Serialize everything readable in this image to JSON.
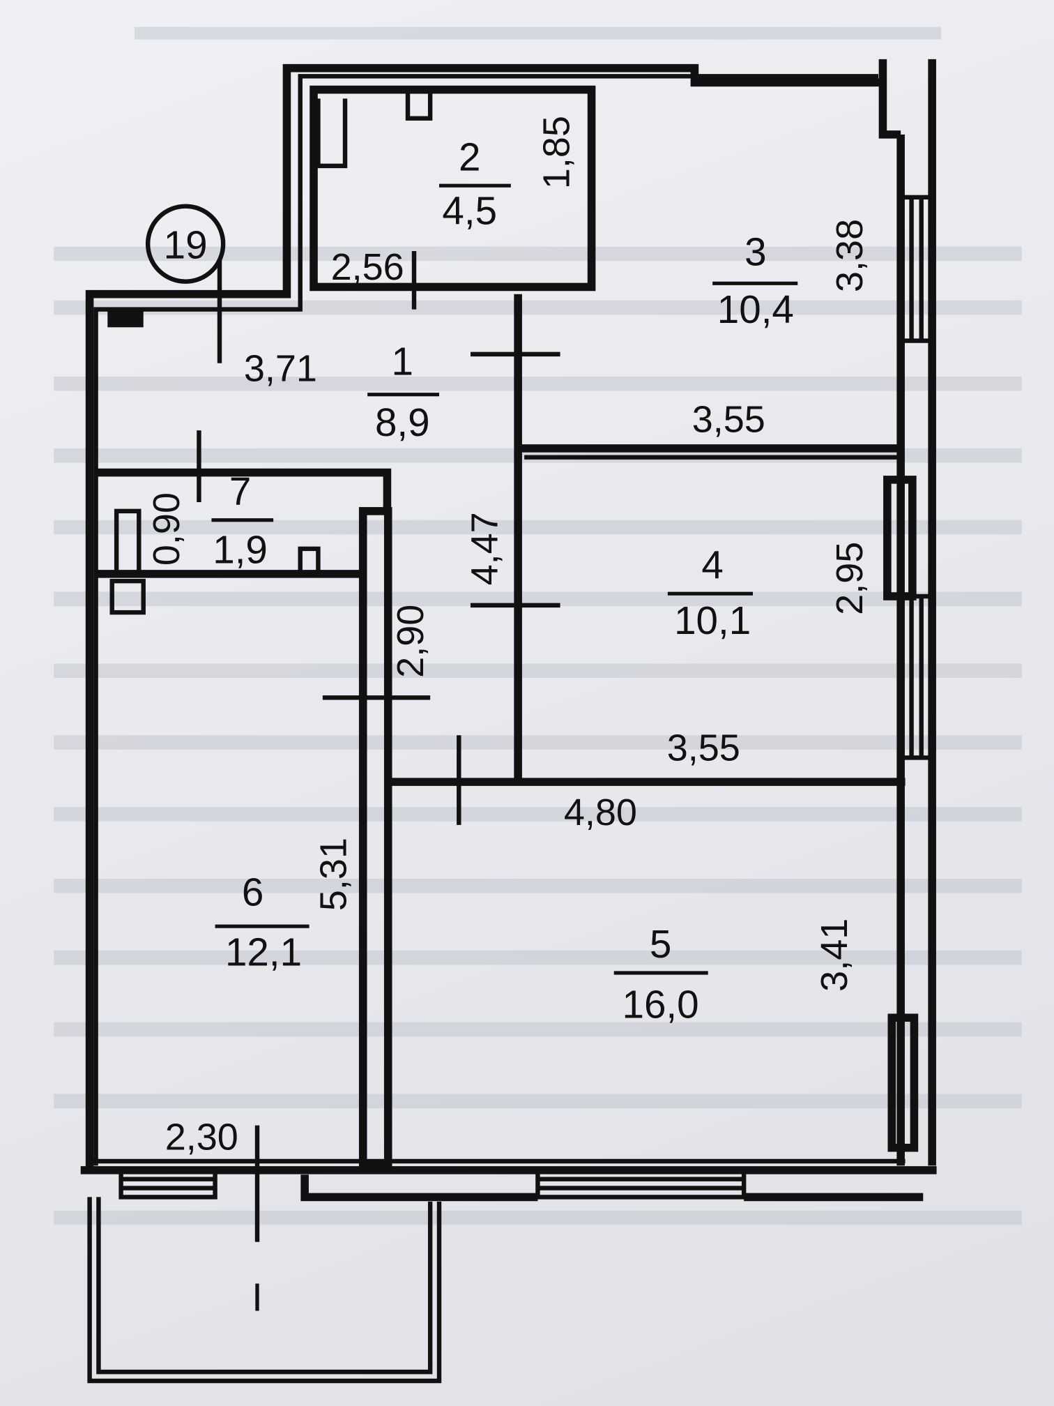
{
  "plan": {
    "stair_marker": "19",
    "rooms": [
      {
        "number": "1",
        "area": "8,9"
      },
      {
        "number": "2",
        "area": "4,5"
      },
      {
        "number": "3",
        "area": "10,4"
      },
      {
        "number": "4",
        "area": "10,1"
      },
      {
        "number": "5",
        "area": "16,0"
      },
      {
        "number": "6",
        "area": "12,1"
      },
      {
        "number": "7",
        "area": "1,9"
      },
      {
        "number": "I",
        "area": ""
      }
    ],
    "dimensions": {
      "d_2_56": "2,56",
      "d_1_85": "1,85",
      "d_3_38": "3,38",
      "d_3_71": "3,71",
      "d_3_55_top": "3,55",
      "d_0_90": "0,90",
      "d_4_47": "4,47",
      "d_2_95": "2,95",
      "d_2_90": "2,90",
      "d_3_55_mid": "3,55",
      "d_4_80": "4,80",
      "d_5_31": "5,31",
      "d_3_41": "3,41",
      "d_2_30": "2,30"
    }
  }
}
